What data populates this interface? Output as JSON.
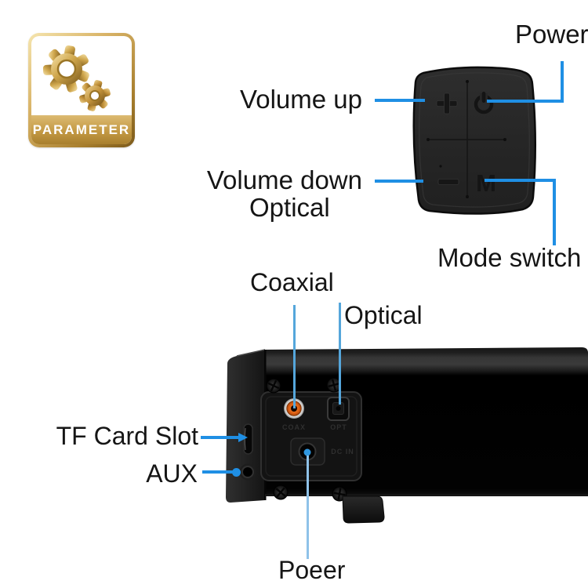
{
  "badge": {
    "label": "PARAMETER"
  },
  "labels": {
    "power": "Power",
    "volume_up": "Volume up",
    "volume_down": "Volume down",
    "optical_top": "Optical",
    "mode_switch": "Mode switch",
    "coaxial": "Coaxial",
    "optical_port": "Optical",
    "tf_card_slot": "TF Card Slot",
    "aux": "AUX",
    "power_bottom": "Poeer"
  },
  "device": {
    "control_pad": {
      "mode_button": "M"
    },
    "port_labels": {
      "coaxial": "COAX",
      "optical": "OPT",
      "dc_in": "DC IN"
    }
  },
  "colors": {
    "callout_blue": "#1F8FE4",
    "callout_blue_mid": "#55A6DB",
    "callout_blue_light": "#8FC2E9",
    "badge_gold": "#C49A44",
    "coax_orange": "#E0641A",
    "text": "#151515"
  }
}
